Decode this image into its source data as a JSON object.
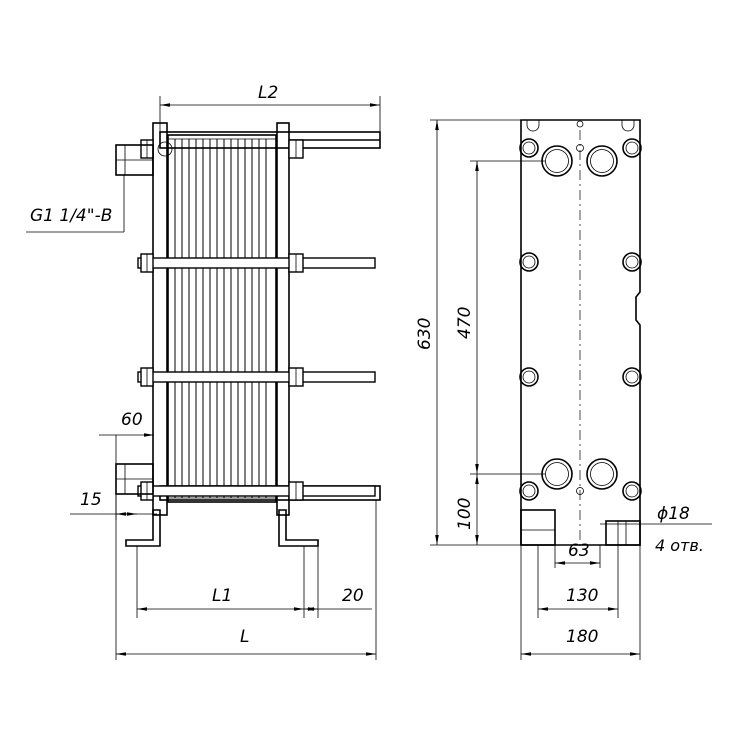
{
  "labels": {
    "L2": "L2",
    "thread": "G1 1/4\"-B",
    "d60": "60",
    "d15": "15",
    "L1": "L1",
    "d20": "20",
    "L": "L",
    "d630": "630",
    "d470": "470",
    "d100": "100",
    "hole_dia": "ϕ18",
    "holes": "4 отв.",
    "d63": "63",
    "d130": "130",
    "d180": "180"
  }
}
